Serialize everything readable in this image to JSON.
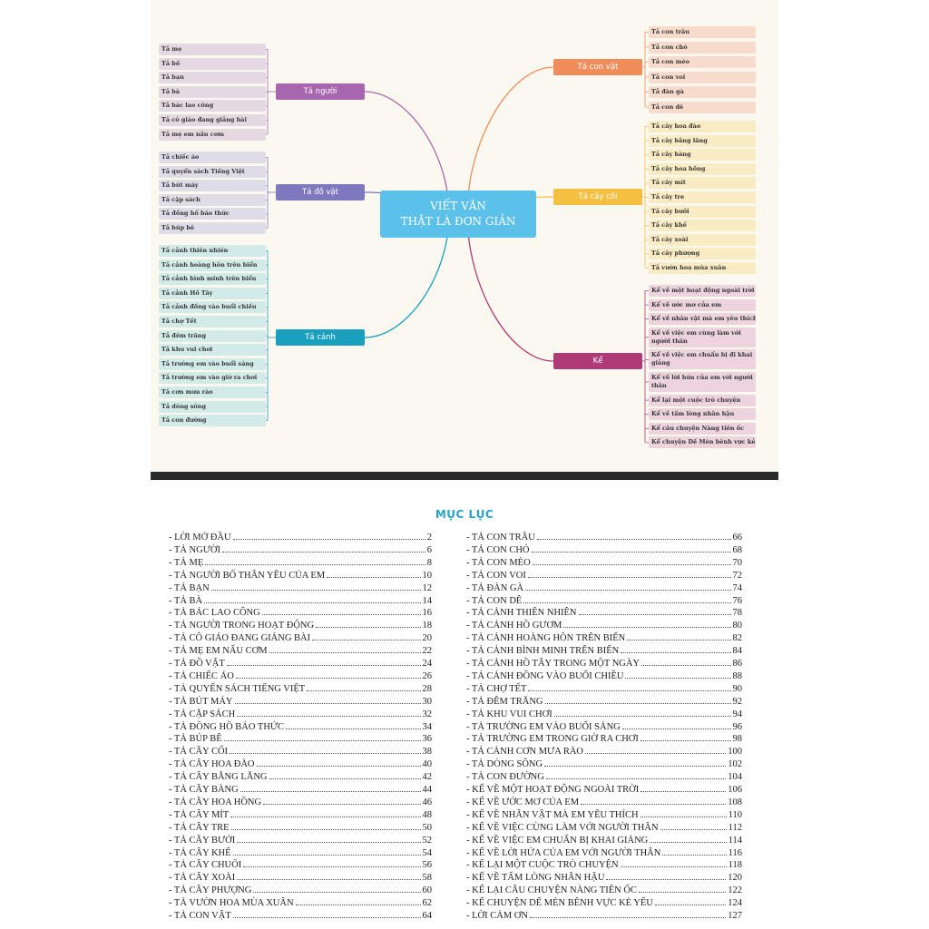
{
  "mindmap": {
    "center": {
      "line1": "VIẾT VĂN",
      "line2": "THẬT LÀ ĐƠN GIẢN"
    },
    "branches": [
      {
        "label": "Tả người",
        "color": "#a766ad",
        "leaf_bg": "#e4d9e3",
        "items": [
          "Tả mẹ",
          "Tả bố",
          "Tả bạn",
          "Tả bà",
          "Tả bác lao công",
          "Tả cô giáo đang giảng bài",
          "Tả mẹ em nấu cơm"
        ]
      },
      {
        "label": "Tả đồ vật",
        "color": "#7e78c0",
        "leaf_bg": "#dedde7",
        "items": [
          "Tả chiếc áo",
          "Tả quyển sách Tiếng Việt",
          "Tả bút máy",
          "Tả cặp sách",
          "Tả đồng hồ báo thức",
          "Tả búp bê"
        ]
      },
      {
        "label": "Tả cảnh",
        "color": "#1a9fbe",
        "leaf_bg": "#d3ebe8",
        "items": [
          "Tả cảnh thiên nhiên",
          "Tả cảnh hoàng hôn trên biển",
          "Tả cảnh bình minh trên biển",
          "Tả cảnh Hồ Tây",
          "Tả cảnh đồng vào buổi chiều",
          "Tả chợ Tết",
          "Tả đêm trăng",
          "Tả khu vui chơi",
          "Tả trường em vào buổi sáng",
          "Tả trường em vào giờ ra chơi",
          "Tả cơn mưa rào",
          "Tả dòng sông",
          "Tả con đường"
        ]
      },
      {
        "label": "Tả con vật",
        "color": "#f08c5a",
        "leaf_bg": "#f7dccd",
        "items": [
          "Tả con trâu",
          "Tả con chó",
          "Tả con mèo",
          "Tả con voi",
          "Tả đàn gà",
          "Tả con dê"
        ]
      },
      {
        "label": "Tả cây cối",
        "color": "#f5c041",
        "leaf_bg": "#f9ebc4",
        "items": [
          "Tả cây hoa đào",
          "Tả cây bằng lăng",
          "Tả cây bàng",
          "Tả cây hoa hồng",
          "Tả cây mít",
          "Tả cây tre",
          "Tả cây bưởi",
          "Tả cây khế",
          "Tả cây xoài",
          "Tả cây phượng",
          "Tả vườn hoa mùa xuân"
        ]
      },
      {
        "label": "Kể",
        "color": "#b03a78",
        "leaf_bg": "#ecd3dd",
        "items": [
          "Kể về một hoạt động ngoài trời",
          "Kể về ước mơ của em",
          "Kể về nhân vật mà em yêu thích",
          "Kể về việc em cùng làm với người thân",
          "Kể về việc em chuẩn bị đi khai giảng",
          "Kể về lời hứa của em với người thân",
          "Kể lại một cuộc trò chuyện",
          "Kể về tấm lòng nhân hậu",
          "Kể câu chuyện Nàng tiên ốc",
          "Kể chuyện Dế Mèn bênh vực kẻ yếu"
        ]
      }
    ]
  },
  "toc": {
    "title": "MỤC LỤC",
    "left": [
      {
        "t": "- LỜI MỞ ĐẦU",
        "p": "2"
      },
      {
        "t": "- TẢ NGƯỜI",
        "p": "6"
      },
      {
        "t": "- TẢ MẸ",
        "p": "8"
      },
      {
        "t": "- TẢ NGƯỜI BỐ THÂN YÊU CỦA EM",
        "p": "10"
      },
      {
        "t": "- TẢ BẠN",
        "p": "12"
      },
      {
        "t": "- TẢ BÀ",
        "p": "14"
      },
      {
        "t": "- TẢ BÁC LAO CÔNG",
        "p": "16"
      },
      {
        "t": "- TẢ NGƯỜI TRONG HOẠT ĐỘNG",
        "p": "18"
      },
      {
        "t": "- TẢ CÔ GIÁO ĐANG GIẢNG BÀI",
        "p": "20"
      },
      {
        "t": "- TẢ MẸ EM NẤU CƠM",
        "p": "22"
      },
      {
        "t": "- TẢ ĐỒ VẬT",
        "p": "24"
      },
      {
        "t": "- TẢ CHIẾC ÁO",
        "p": "26"
      },
      {
        "t": "- TẢ QUYỂN SÁCH TIẾNG VIỆT",
        "p": "28"
      },
      {
        "t": "- TẢ BÚT MÁY",
        "p": "30"
      },
      {
        "t": "- TẢ CẶP SÁCH",
        "p": "32"
      },
      {
        "t": "- TẢ ĐỒNG HỒ BÁO THỨC",
        "p": "34"
      },
      {
        "t": "- TẢ BÚP BÊ",
        "p": "36"
      },
      {
        "t": "- TẢ CÂY CỐI",
        "p": "38"
      },
      {
        "t": "- TẢ CÂY HOA ĐÀO",
        "p": "40"
      },
      {
        "t": "- TẢ CÂY BẰNG LĂNG",
        "p": "42"
      },
      {
        "t": "- TẢ CÂY BÀNG",
        "p": "44"
      },
      {
        "t": "- TẢ CÂY HOA HỒNG",
        "p": "46"
      },
      {
        "t": "- TẢ CÂY MÍT",
        "p": "48"
      },
      {
        "t": "- TẢ CÂY TRE",
        "p": "50"
      },
      {
        "t": "- TẢ CÂY BƯỞI",
        "p": "52"
      },
      {
        "t": "- TẢ CÂY KHẾ",
        "p": "54"
      },
      {
        "t": "- TẢ CÂY CHUỐI",
        "p": "56"
      },
      {
        "t": "- TẢ CÂY XOÀI",
        "p": "58"
      },
      {
        "t": "- TẢ CÂY PHƯỢNG",
        "p": "60"
      },
      {
        "t": "- TẢ VƯỜN HOA MÙA XUÂN",
        "p": "62"
      },
      {
        "t": "- TẢ CON VẬT",
        "p": "64"
      }
    ],
    "right": [
      {
        "t": "- TẢ CON TRÂU",
        "p": "66"
      },
      {
        "t": "- TẢ CON CHÓ",
        "p": "68"
      },
      {
        "t": "- TẢ CON MÈO",
        "p": "70"
      },
      {
        "t": "- TẢ CON VOI",
        "p": "72"
      },
      {
        "t": "- TẢ ĐÀN GÀ",
        "p": "74"
      },
      {
        "t": "- TẢ CON DÊ",
        "p": "76"
      },
      {
        "t": "- TẢ CẢNH THIÊN NHIÊN",
        "p": "78"
      },
      {
        "t": "- TẢ CẢNH HỒ GƯƠM",
        "p": "80"
      },
      {
        "t": "- TẢ CẢNH HOÀNG HÔN TRÊN BIỂN",
        "p": "82"
      },
      {
        "t": "- TẢ CẢNH BÌNH MINH TRÊN BIỂN",
        "p": "84"
      },
      {
        "t": "- TẢ CẢNH HỒ TÂY TRONG MỘT NGÀY",
        "p": "86"
      },
      {
        "t": "- TẢ CẢNH ĐỒNG VÀO BUỔI CHIỀU",
        "p": "88"
      },
      {
        "t": "- TẢ CHỢ TẾT",
        "p": "90"
      },
      {
        "t": "- TẢ ĐÊM TRĂNG",
        "p": "92"
      },
      {
        "t": "- TẢ KHU VUI CHƠI",
        "p": "94"
      },
      {
        "t": "- TẢ TRƯỜNG EM VÀO BUỔI SÁNG",
        "p": "96"
      },
      {
        "t": "- TẢ TRƯỜNG EM TRONG GIỜ RA CHƠI",
        "p": "98"
      },
      {
        "t": "- TẢ CẢNH CƠN MƯA RÀO",
        "p": "100"
      },
      {
        "t": "- TẢ DÒNG SÔNG",
        "p": "102"
      },
      {
        "t": "- TẢ CON ĐƯỜNG",
        "p": "104"
      },
      {
        "t": "- KỂ VỀ MỘT HOẠT ĐỘNG NGOÀI TRỜI",
        "p": "106"
      },
      {
        "t": "- KỂ VỀ ƯỚC MƠ CỦA EM",
        "p": "108"
      },
      {
        "t": "- KỂ VỀ NHÂN VẬT MÀ EM YÊU THÍCH",
        "p": "110"
      },
      {
        "t": "- KỂ VỀ VIỆC CÙNG LÀM VỚI NGƯỜI THÂN",
        "p": "112"
      },
      {
        "t": "- KỂ VỀ VIỆC EM CHUẨN BỊ KHAI GIẢNG",
        "p": "114"
      },
      {
        "t": "- KỂ VỀ LỜI HỨA CỦA EM VỚI NGƯỜI THÂN",
        "p": "116"
      },
      {
        "t": "- KỂ LẠI MỘT CUỘC TRÒ CHUYỆN",
        "p": "118"
      },
      {
        "t": "- KỂ VỀ TẤM LÒNG NHÂN HẬU",
        "p": "120"
      },
      {
        "t": "- KỂ LẠI CÂU CHUYỆN NÀNG TIÊN ỐC",
        "p": "122"
      },
      {
        "t": "- KỂ CHUYỆN DẾ MÈN BÊNH VỰC KẺ YẾU",
        "p": "124"
      },
      {
        "t": "- LỜI CẢM ƠN",
        "p": "127"
      }
    ]
  }
}
